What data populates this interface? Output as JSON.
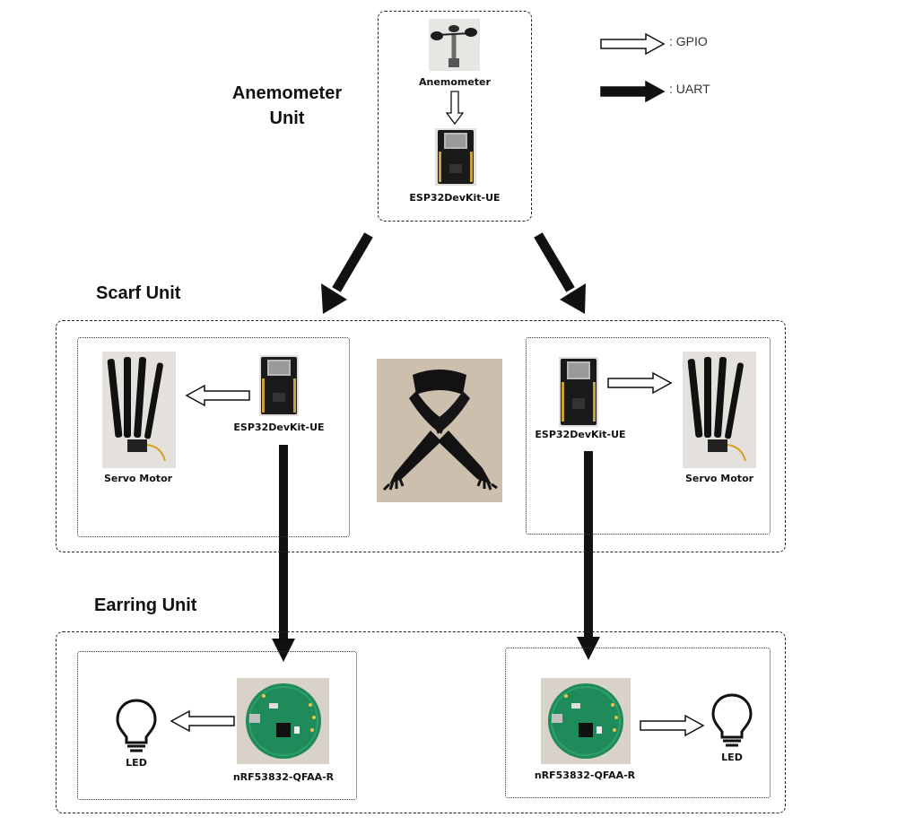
{
  "legend": {
    "gpio_label": ": GPIO",
    "uart_label": ": UART"
  },
  "anemometer_unit": {
    "title_line1": "Anemometer",
    "title_line2": "Unit",
    "sensor_label": "Anemometer",
    "board_label": "ESP32DevKit-UE"
  },
  "scarf_unit": {
    "title": "Scarf Unit",
    "left": {
      "board_label": "ESP32DevKit-UE",
      "actuator_label": "Servo Motor"
    },
    "right": {
      "board_label": "ESP32DevKit-UE",
      "actuator_label": "Servo Motor"
    }
  },
  "earring_unit": {
    "title": "Earring Unit",
    "left": {
      "board_label": "nRF53832-QFAA-R",
      "output_label": "LED"
    },
    "right": {
      "board_label": "nRF53832-QFAA-R",
      "output_label": "LED"
    }
  },
  "colors": {
    "line": "#111111",
    "pcb_green": "#1f8a5a",
    "board_black": "#1a1a1a",
    "photo_bg": "#d9d2c8",
    "scarf_bg": "#cdbfae"
  }
}
